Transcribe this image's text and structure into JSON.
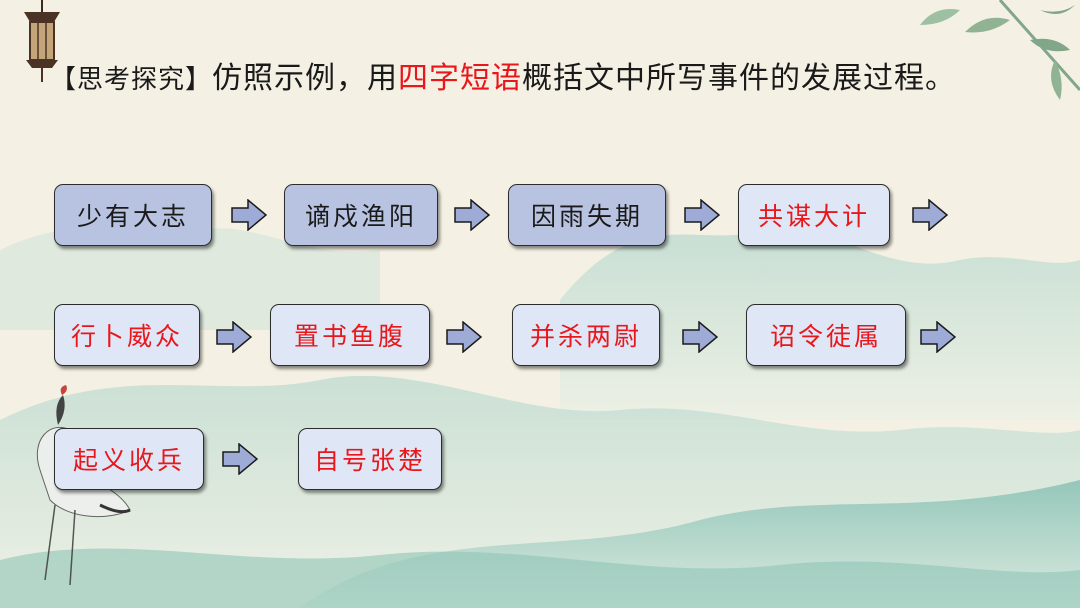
{
  "question": {
    "tag": "【思考探究】",
    "before": "仿照示例，用",
    "highlight": "四字短语",
    "after": "概括文中所写事件的发展过程。"
  },
  "colors": {
    "highlight": "#e8171b",
    "box_done_fill": "#b8c3e2",
    "box_todo_fill": "#dfe6f5",
    "arrow_fill": "#9eabd6"
  },
  "steps": [
    {
      "label": "少有大志",
      "state": "example"
    },
    {
      "label": "谪戍渔阳",
      "state": "example"
    },
    {
      "label": "因雨失期",
      "state": "example"
    },
    {
      "label": "共谋大计",
      "state": "answer"
    },
    {
      "label": "行卜威众",
      "state": "answer"
    },
    {
      "label": "置书鱼腹",
      "state": "answer"
    },
    {
      "label": "并杀两尉",
      "state": "answer"
    },
    {
      "label": "诏令徒属",
      "state": "answer"
    },
    {
      "label": "起义收兵",
      "state": "answer"
    },
    {
      "label": "自号张楚",
      "state": "answer"
    }
  ],
  "icons": [
    "right-arrow-icon",
    "crane-icon",
    "lantern-icon",
    "bamboo-icon"
  ]
}
